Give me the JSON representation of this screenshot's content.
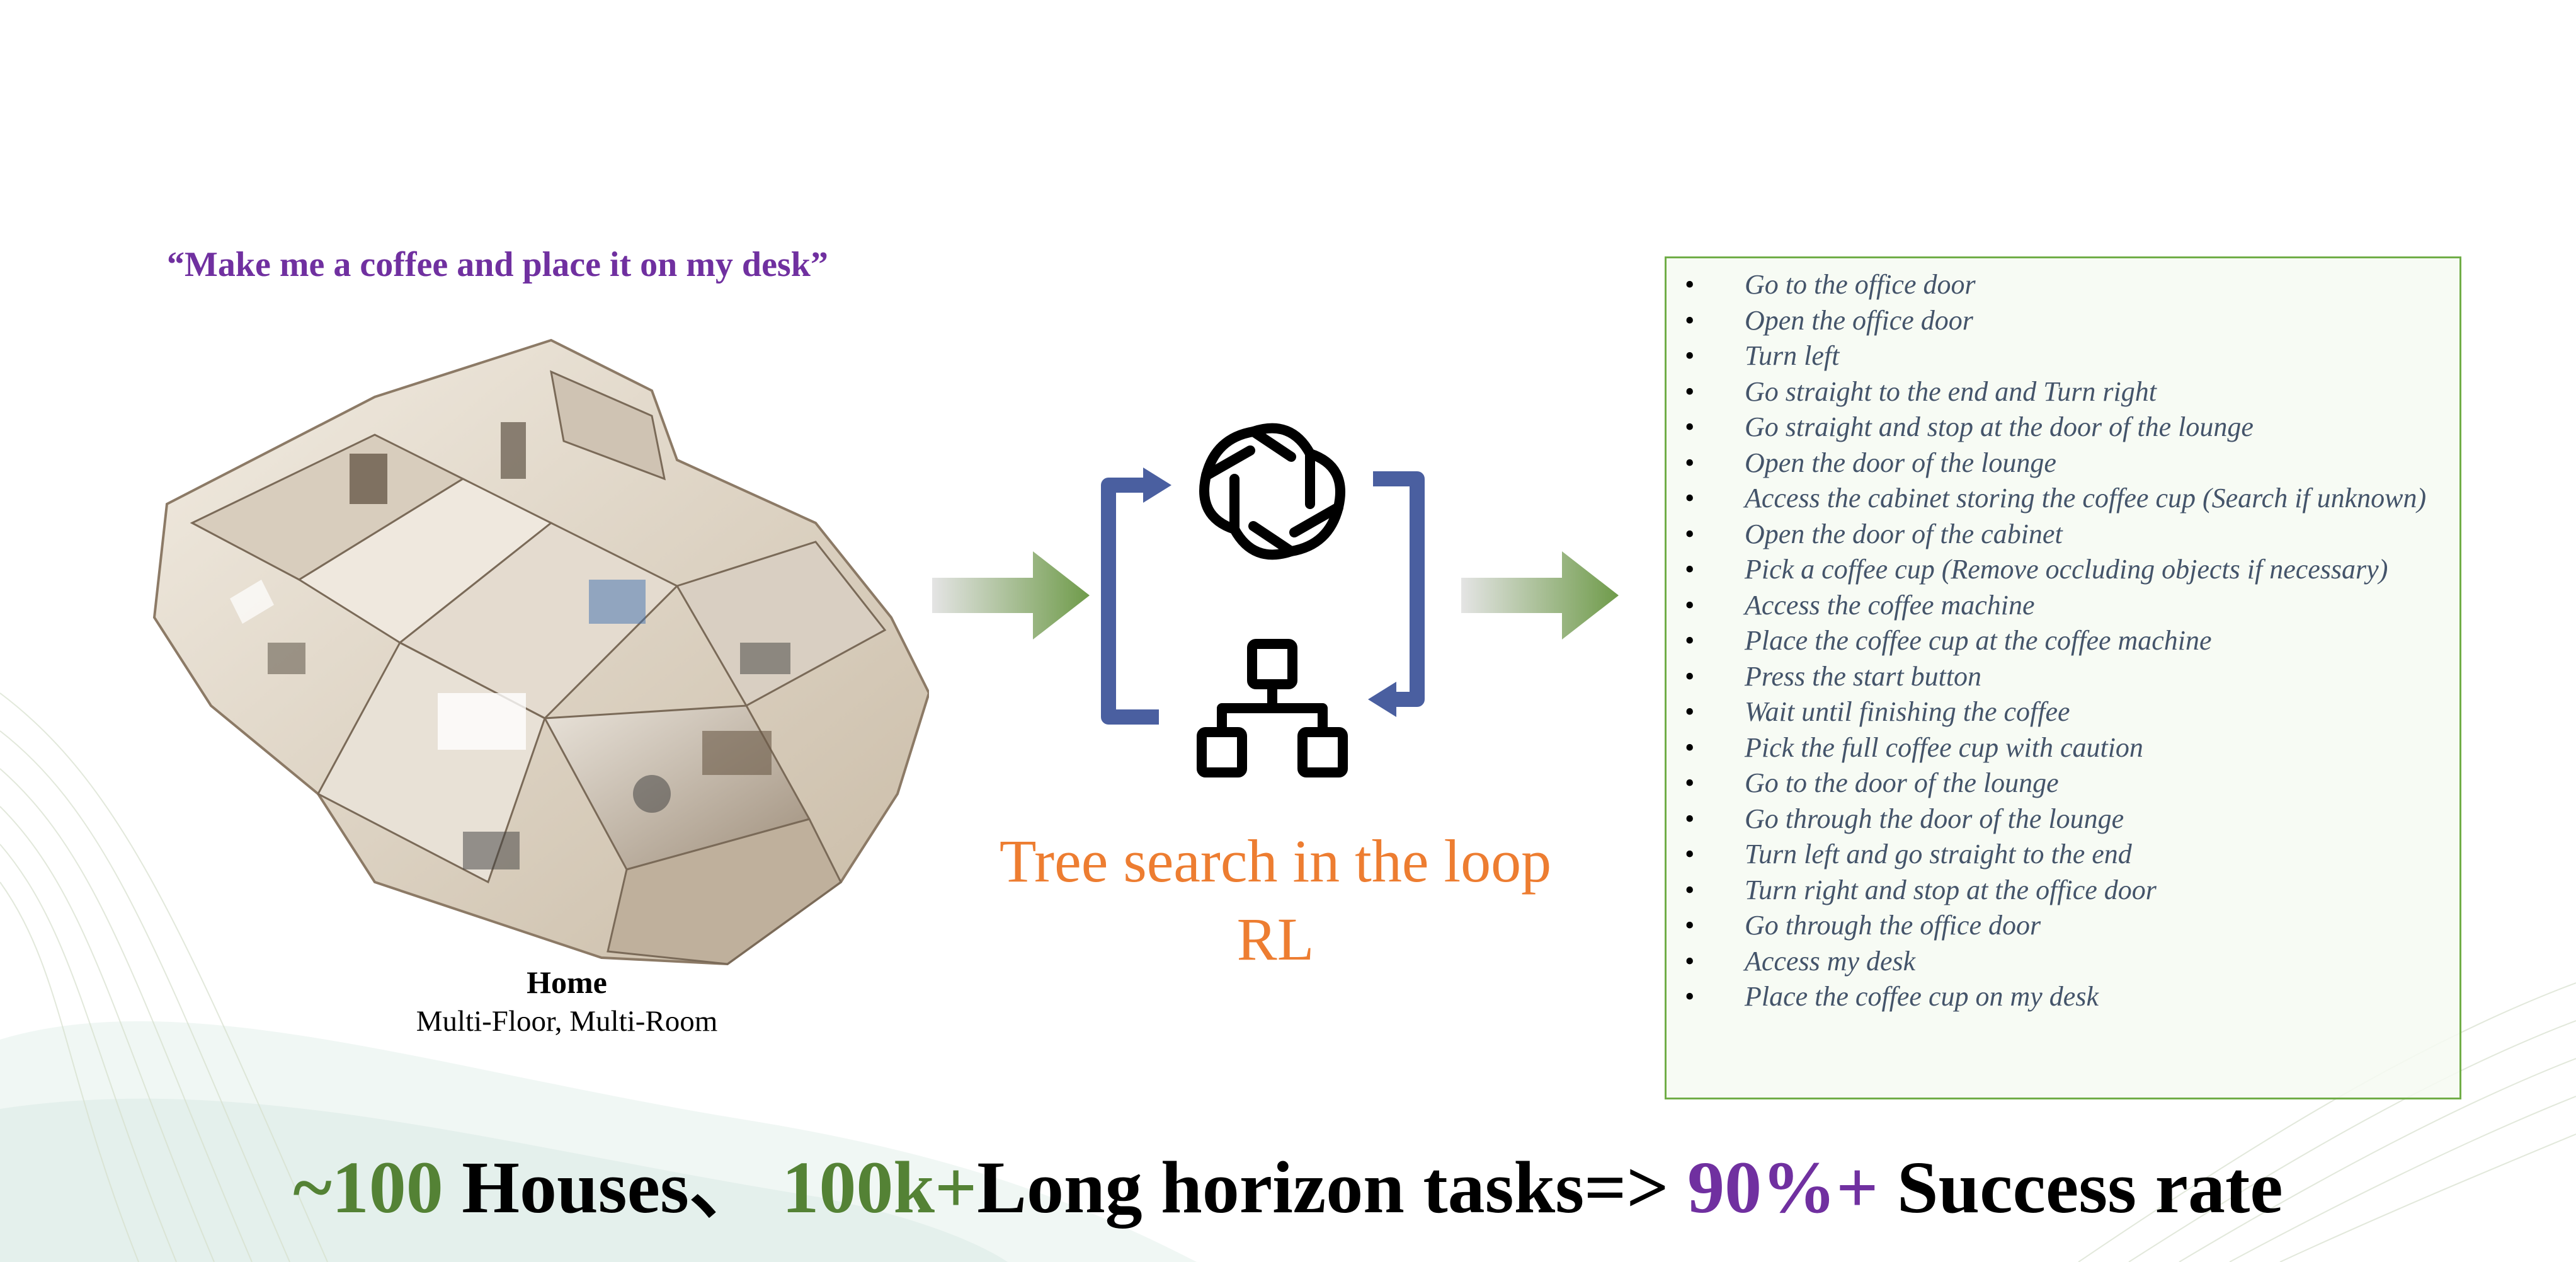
{
  "instruction": "“Make me a coffee and place it on my desk”",
  "environment": {
    "title": "Home",
    "subtitle": "Multi-Floor, Multi-Room"
  },
  "method": {
    "label_line1": "Tree search in the loop",
    "label_line2": "RL",
    "icons": [
      "openai-logo-icon",
      "hierarchy-tree-icon",
      "cycle-arrows-icon"
    ]
  },
  "steps": [
    "Go to the office door",
    "Open the office door",
    "Turn left",
    "Go straight to the end and Turn right",
    "Go straight and stop at the door of the lounge",
    "Open the door of the lounge",
    "Access the cabinet storing the coffee cup (Search if unknown)",
    "Open the door of the cabinet",
    "Pick a coffee cup (Remove occluding objects if necessary)",
    "Access the coffee machine",
    "Place the coffee cup at the coffee machine",
    "Press the start button",
    "Wait until finishing the coffee",
    "Pick the full coffee cup with caution",
    "Go to the door of the lounge",
    "Go through the door of the lounge",
    "Turn left and go straight to the end",
    "Turn right and stop at the office door",
    "Go through the office door",
    "Access my desk",
    "Place the coffee cup on my desk"
  ],
  "footer": {
    "houses_num": "~100",
    "houses_text": " Houses、 ",
    "tasks_num": "100k+",
    "tasks_text": "Long horizon tasks=> ",
    "rate_num": "90%+",
    "rate_text": " Success rate"
  },
  "colors": {
    "purple": "#7030a0",
    "orange": "#ed7d31",
    "green": "#548235",
    "loop_blue": "#4a5fa0",
    "step_text": "#44546a",
    "box_border": "#70ad47"
  }
}
